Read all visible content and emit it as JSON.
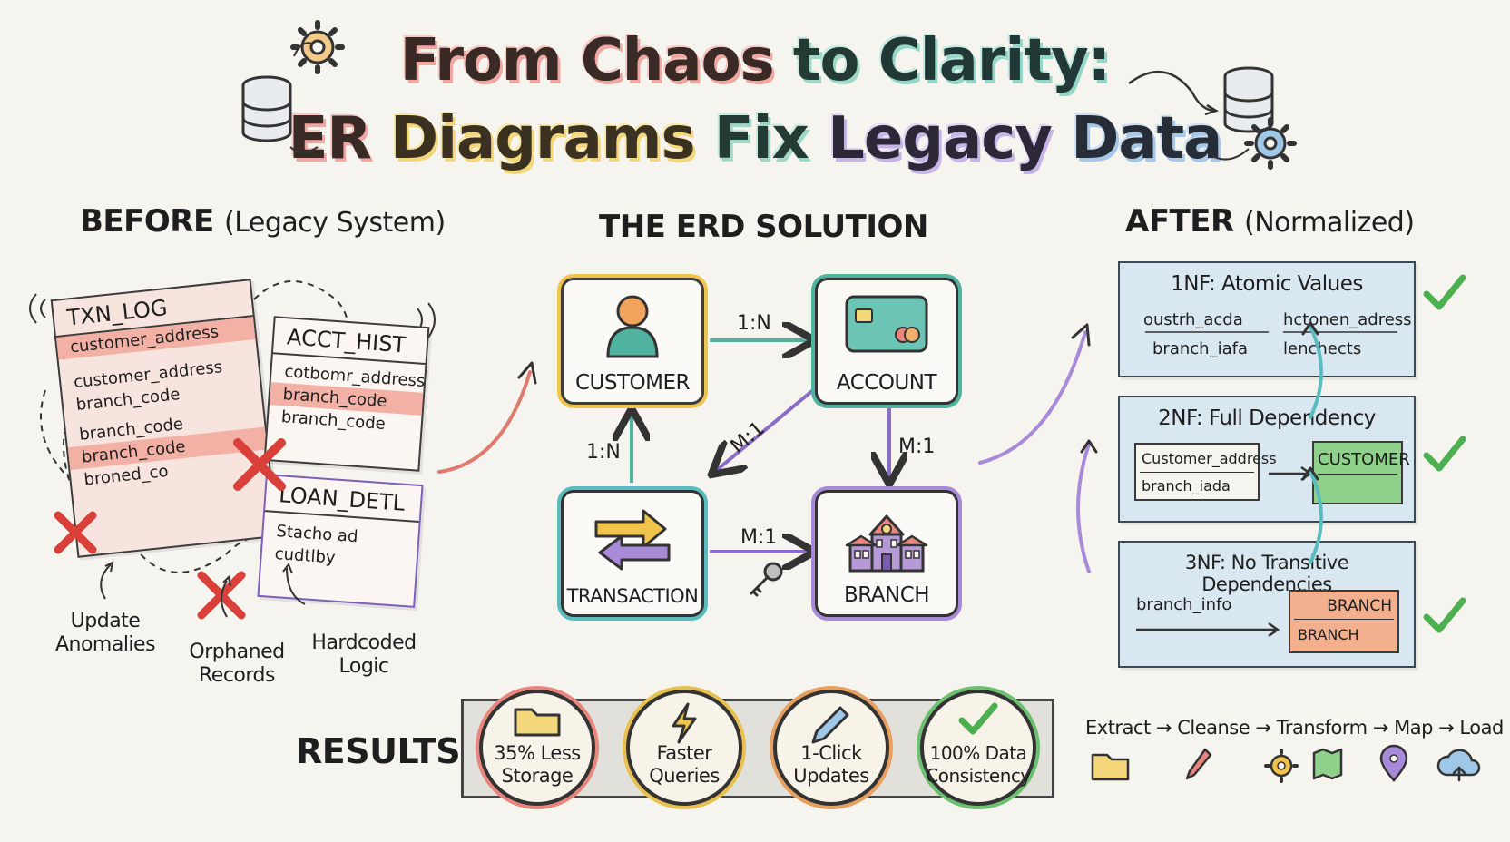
{
  "title": {
    "line1": [
      "From",
      "Chaos",
      "to",
      "Clarity:"
    ],
    "line2": [
      "ER",
      "Diagrams",
      "Fix",
      "Legacy",
      "Data"
    ]
  },
  "sections": {
    "before": {
      "main": "BEFORE",
      "sub": "(Legacy System)"
    },
    "solution": {
      "main": "THE ERD SOLUTION"
    },
    "after": {
      "main": "AFTER",
      "sub": "(Normalized)"
    },
    "results": {
      "main": "RESULTS"
    }
  },
  "legacy_tables": [
    {
      "title": "TXN_LOG",
      "rows": [
        "customer_address",
        "customer_address",
        "branch_code",
        "branch_code",
        "branch_code",
        "broned_co"
      ],
      "highlight": [
        0,
        4
      ]
    },
    {
      "title": "ACCT_HIST",
      "rows": [
        "cotbomr_address",
        "branch_code",
        "branch_code"
      ],
      "highlight": [
        1
      ]
    },
    {
      "title": "LOAN_DETL",
      "rows": [
        "Stacho ad",
        "cudtlby"
      ],
      "highlight": []
    }
  ],
  "problems": [
    {
      "label_lines": [
        "Update",
        "Anomalies"
      ]
    },
    {
      "label_lines": [
        "Orphaned",
        "Records"
      ]
    },
    {
      "label_lines": [
        "Hardcoded",
        "Logic"
      ]
    }
  ],
  "entities": {
    "customer": "CUSTOMER",
    "account": "ACCOUNT",
    "transaction": "TRANSACTION",
    "branch": "BRANCH"
  },
  "relationships": {
    "customer_account": "1:N",
    "account_transaction": "M:1",
    "account_branch": "M:1",
    "transaction_customer": "1:N",
    "transaction_branch": "M:1"
  },
  "normal_forms": [
    {
      "title": "1NF: Atomic Values",
      "items": [
        "oustrh_acda",
        "hctonen_adress",
        "branch_iafa",
        "lenchects"
      ]
    },
    {
      "title": "2NF: Full Dependency",
      "items": [
        "Customer_address",
        "branch_iada"
      ],
      "target": "CUSTOMER"
    },
    {
      "title": "3NF: No Transitive Dependencies",
      "items": [
        "branch_info"
      ],
      "target_top": "BRANCH",
      "target_bottom": "BRANCH"
    }
  ],
  "results": [
    {
      "lines": [
        "35% Less",
        "Storage"
      ],
      "icon": "folder-icon",
      "color": "#e8857c"
    },
    {
      "lines": [
        "Faster",
        "Queries"
      ],
      "icon": "lightning-icon",
      "color": "#e8c050"
    },
    {
      "lines": [
        "1-Click",
        "Updates"
      ],
      "icon": "pen-icon",
      "color": "#e8a060"
    },
    {
      "lines": [
        "100% Data",
        "Consistency"
      ],
      "icon": "check-icon",
      "color": "#6cc070"
    }
  ],
  "pipeline": {
    "steps": [
      "Extract",
      "Cleanse",
      "Transform",
      "Map",
      "Load"
    ],
    "arrow": "→"
  },
  "colors": {
    "customer": "#f0c44a",
    "account": "#4fb3a0",
    "transaction": "#5bbcc0",
    "branch": "#a88ad8",
    "check": "#4caf50",
    "legacy_highlight": "#f3b1a6"
  }
}
